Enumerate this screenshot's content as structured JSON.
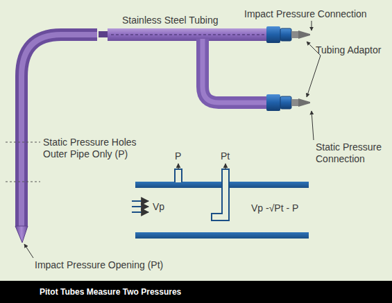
{
  "diagram": {
    "caption": "Pitot Tubes Measure Two Pressures",
    "labels": [
      "Impact Pressure Connection",
      "Stainless Steel Tubing",
      "Tubing Adaptor",
      "Static Pressure Connection",
      "Static Pressure Holes Outer Pipe Only (P)",
      "Impact Pressure Opening (Pt)",
      "P",
      "Pt",
      "Vp",
      "Vp -√Pt - P"
    ]
  }
}
